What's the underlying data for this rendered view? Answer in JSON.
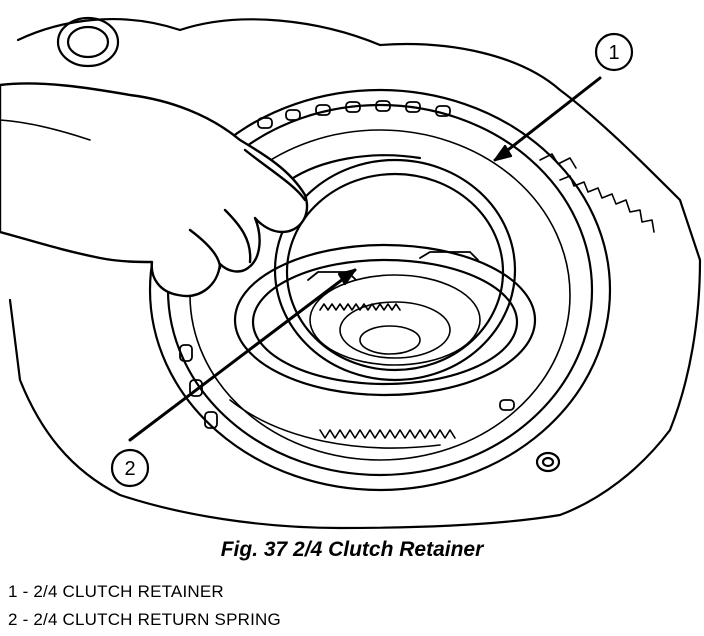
{
  "figure": {
    "caption": "Fig. 37 2/4 Clutch Retainer",
    "callouts": [
      {
        "number": "1"
      },
      {
        "number": "2"
      }
    ],
    "legend": [
      "1 - 2/4 CLUTCH RETAINER",
      "2 - 2/4 CLUTCH RETURN SPRING"
    ]
  }
}
